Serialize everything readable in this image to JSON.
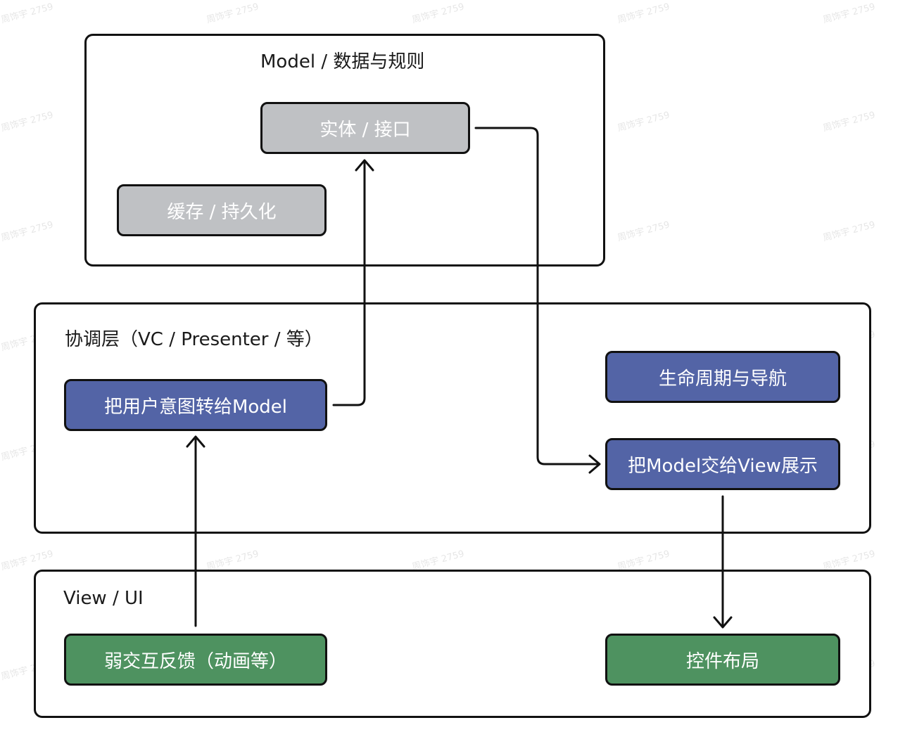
{
  "watermark_text": "周饰宇 2759",
  "groups": {
    "model": {
      "title": "Model / 数据与规则"
    },
    "coordinator": {
      "title": "协调层（VC / Presenter / 等）"
    },
    "view": {
      "title": "View / UI"
    }
  },
  "nodes": {
    "entity_interface": "实体 / 接口",
    "cache_persistence": "缓存 / 持久化",
    "intent_to_model": "把用户意图转给Model",
    "lifecycle_navigation": "生命周期与导航",
    "model_to_view": "把Model交给View展示",
    "weak_feedback": "弱交互反馈（动画等）",
    "widget_layout": "控件布局"
  },
  "colors": {
    "gray_node": "#bfc1c4",
    "blue_node": "#5364a6",
    "green_node": "#4e9260",
    "border": "#111111"
  }
}
